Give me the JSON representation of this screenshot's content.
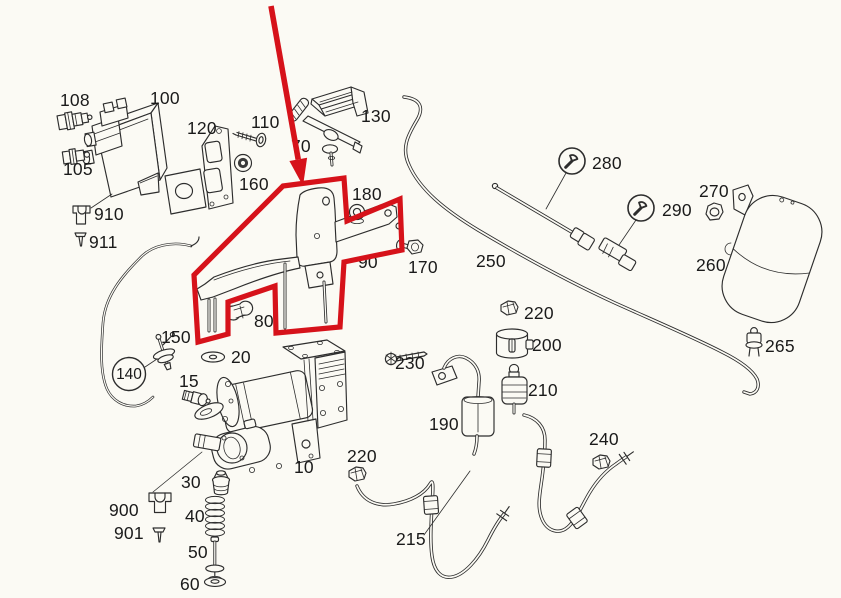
{
  "diagram": {
    "background_color": "#fbfaf4",
    "line_color": "#2d2d2d",
    "label_color": "#1a1a1a",
    "highlight_color": "#d6121a",
    "highlighted_part": "90",
    "callouts": {
      "wrench_parts": [
        "280",
        "290"
      ],
      "circled_parts": [
        "140"
      ]
    }
  },
  "labels": {
    "l10": "10",
    "l15": "15",
    "l20": "20",
    "l30": "30",
    "l40": "40",
    "l50": "50",
    "l60": "60",
    "l70": "70",
    "l80": "80",
    "l90": "90",
    "l100": "100",
    "l105": "105",
    "l108": "108",
    "l110": "110",
    "l120": "120",
    "l130": "130",
    "l140": "140",
    "l150": "150",
    "l160": "160",
    "l170": "170",
    "l180": "180",
    "l190": "190",
    "l200": "200",
    "l210": "210",
    "l215": "215",
    "l220": "220",
    "l230": "230",
    "l240": "240",
    "l250": "250",
    "l260": "260",
    "l265": "265",
    "l270": "270",
    "l280": "280",
    "l290": "290",
    "l900": "900",
    "l901": "901",
    "l910": "910",
    "l911": "911"
  }
}
